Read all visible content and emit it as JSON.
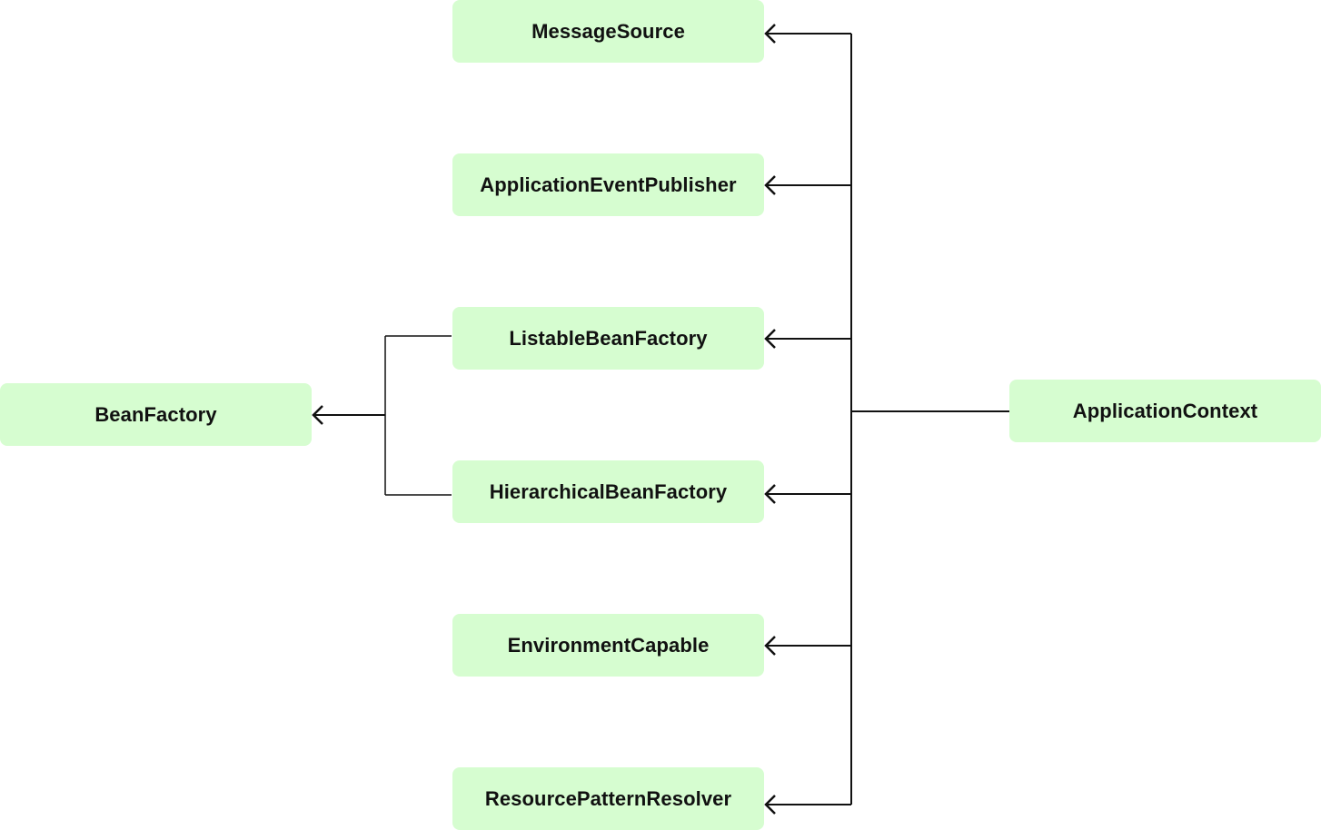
{
  "nodes": {
    "message_source": "MessageSource",
    "application_event_publisher": "ApplicationEventPublisher",
    "listable_bean_factory": "ListableBeanFactory",
    "hierarchical_bean_factory": "HierarchicalBeanFactory",
    "environment_capable": "EnvironmentCapable",
    "resource_pattern_resolver": "ResourcePatternResolver",
    "bean_factory": "BeanFactory",
    "application_context": "ApplicationContext"
  },
  "edges": [
    {
      "from": "application_context",
      "to": "message_source"
    },
    {
      "from": "application_context",
      "to": "application_event_publisher"
    },
    {
      "from": "application_context",
      "to": "listable_bean_factory"
    },
    {
      "from": "application_context",
      "to": "hierarchical_bean_factory"
    },
    {
      "from": "application_context",
      "to": "environment_capable"
    },
    {
      "from": "application_context",
      "to": "resource_pattern_resolver"
    },
    {
      "from": "listable_bean_factory",
      "to": "bean_factory"
    },
    {
      "from": "hierarchical_bean_factory",
      "to": "bean_factory"
    }
  ],
  "colors": {
    "node_fill": "#d6fdd0",
    "line": "#111111",
    "text": "#111111"
  }
}
